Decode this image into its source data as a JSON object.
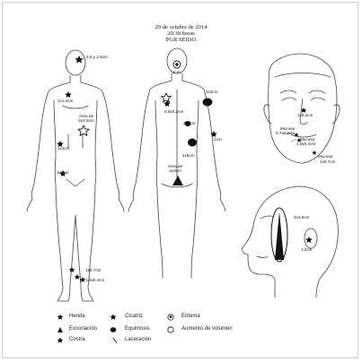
{
  "header": {
    "date": "29 de octubre de 2014",
    "time": "20:30 horas",
    "org": "PGR SEIDO"
  },
  "front_labels": {
    "l1": "4.5 y 2.5cm",
    "l2": "1x1.2cm",
    "l3_a": "Área de",
    "l3_b": "6x4.5cm",
    "l4": "1x4cm",
    "l5": "3x1cm",
    "l6": "1x0.7cm",
    "l7": "1.5x0.4cm"
  },
  "back_labels": {
    "b1": "1cm",
    "b2": "3x3cm",
    "b3": "0.8x0.2cm",
    "b4": "3x3cm",
    "b5": "2cm",
    "b6": "4x5cm",
    "b7_a": "Área de",
    "b7_b": "4x3cm"
  },
  "face_labels": {
    "f1": "1x0.4cm",
    "f2_a": "Mucosa",
    "f2_b": "0.7x0.5cm",
    "f3_a": "Mucosa",
    "f3_b": "1.5x0.4cm",
    "f4_a": "Mucosa",
    "f4_b": "1x0.7cm"
  },
  "side_labels": {
    "s1": "4x3.5cm",
    "s2": "1.2cm"
  },
  "legend": [
    {
      "icon": "herida-icon",
      "label": "Herida"
    },
    {
      "icon": "cicatriz-icon",
      "label": "Cicatriz"
    },
    {
      "icon": "eritema-icon",
      "label": "Eritema"
    },
    {
      "icon": "excoriacion-icon",
      "label": "Excoriación"
    },
    {
      "icon": "equimosis-icon",
      "label": "Equimosis"
    },
    {
      "icon": "aumento-icon",
      "label": "Aumento de volumen"
    },
    {
      "icon": "costra-icon",
      "label": "Costra"
    },
    {
      "icon": "laceracion-icon",
      "label": "Laceración"
    }
  ],
  "colors": {
    "ink": "#111111",
    "line": "#555555"
  }
}
